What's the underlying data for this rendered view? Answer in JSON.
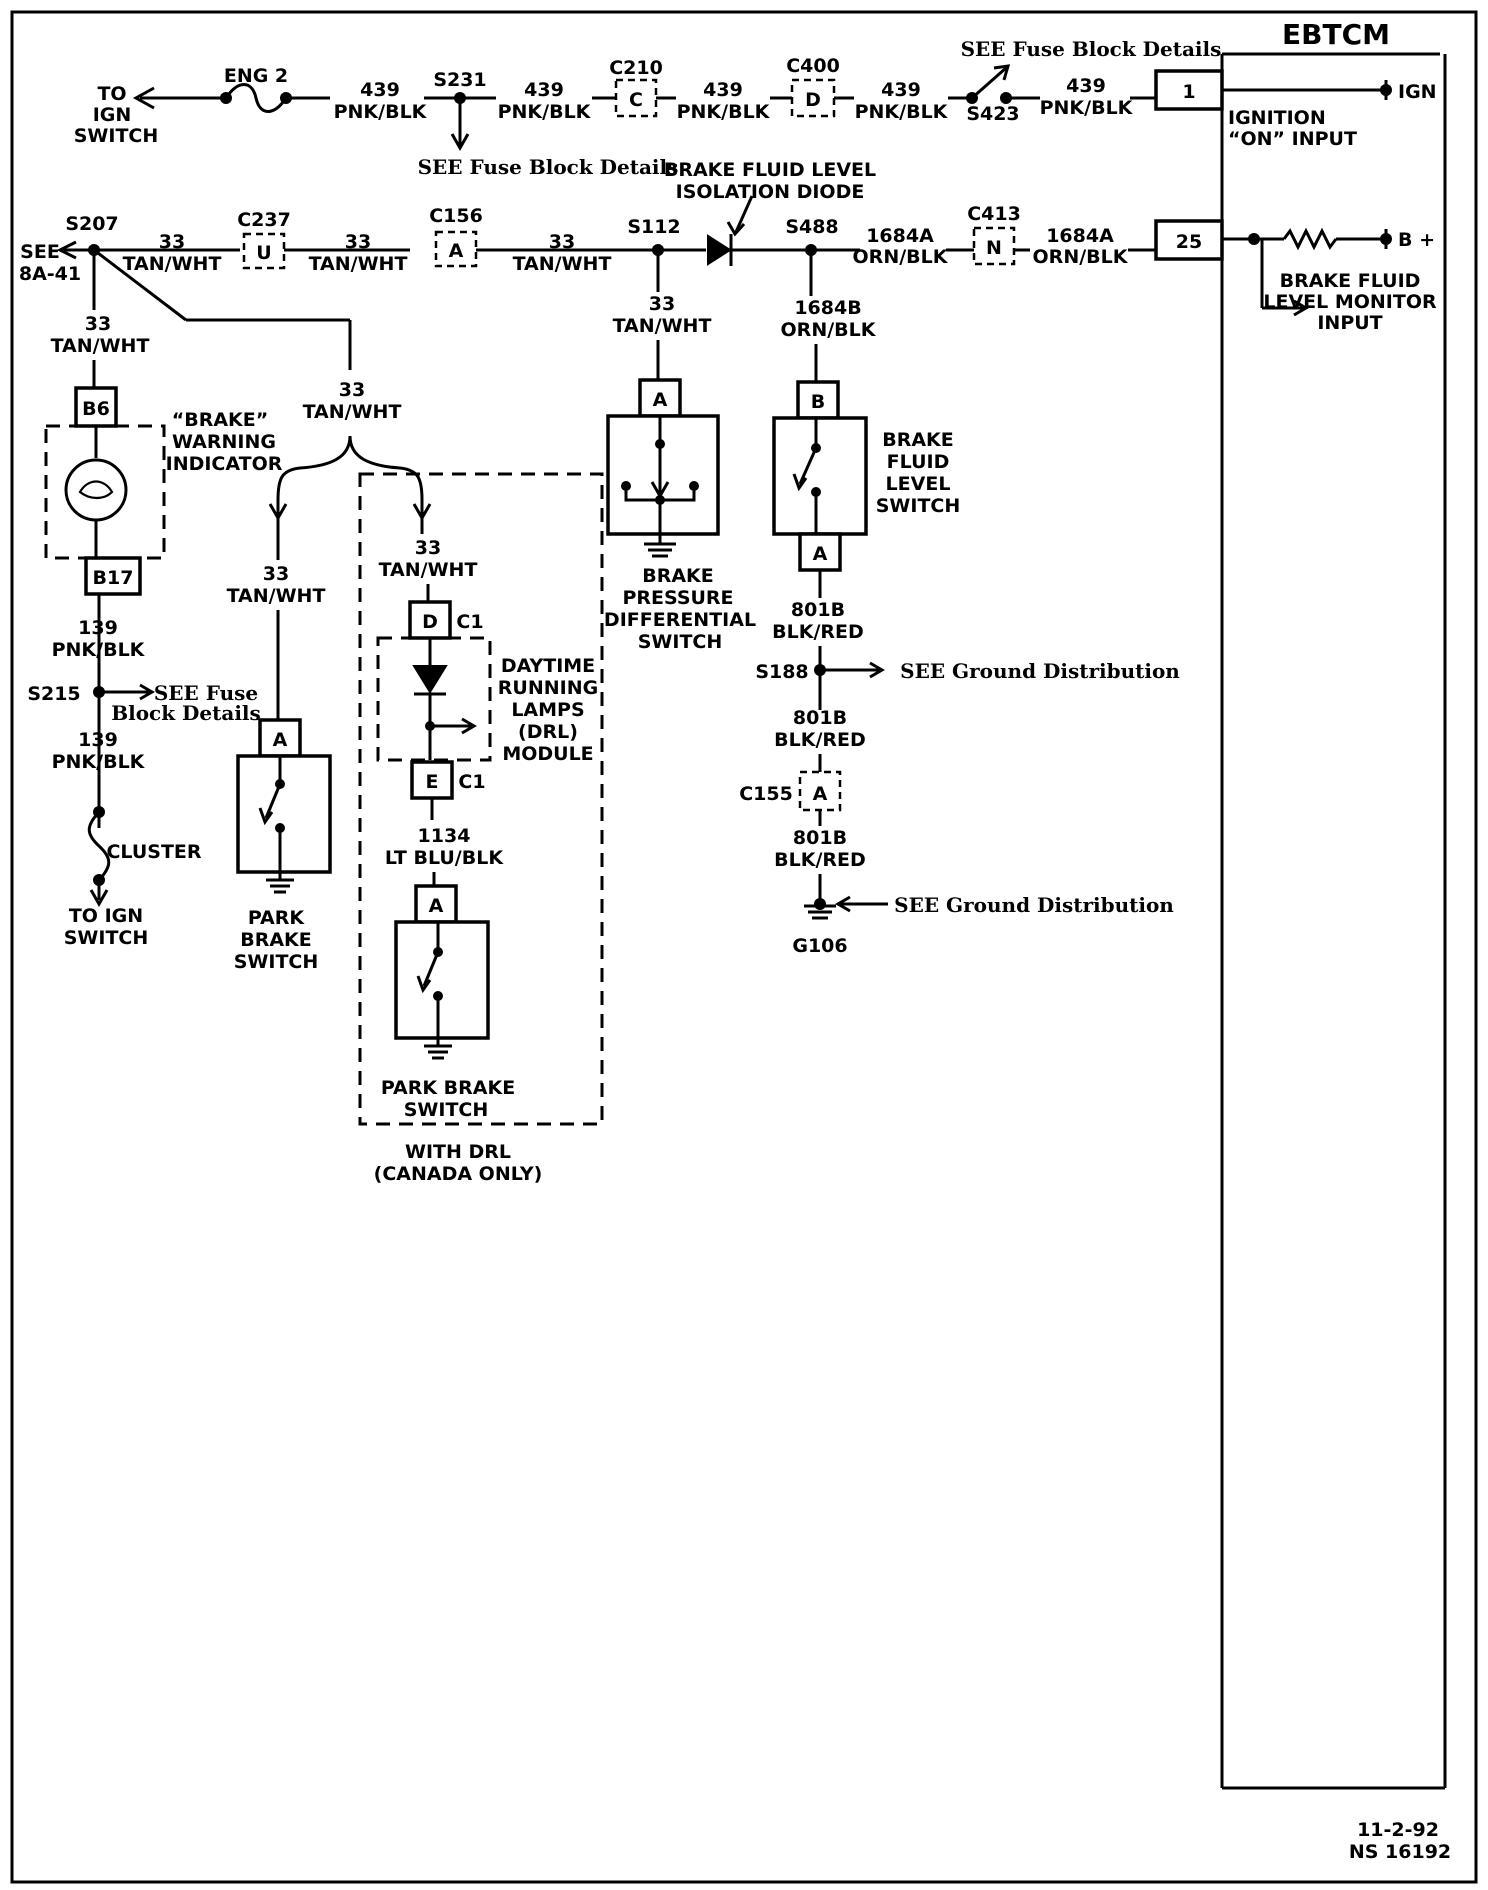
{
  "module": {
    "title": "EBTCM",
    "ign_pin_label": "IGN",
    "bplus_label": "B +",
    "input_ignition": [
      "IGNITION",
      "“ON” INPUT"
    ],
    "input_fluid": [
      "BRAKE FLUID",
      "LEVEL MONITOR",
      "INPUT"
    ]
  },
  "pins": {
    "p1": "1",
    "p25": "25"
  },
  "row1": {
    "to_ign": [
      "TO",
      "IGN",
      "SWITCH"
    ],
    "fuse": "ENG 2",
    "wire": [
      "439",
      "PNK/BLK"
    ],
    "s231": "S231",
    "s231_note": "SEE Fuse Block Details",
    "c210": "C210",
    "c210_pin": "C",
    "c400": "C400",
    "c400_pin": "D",
    "s423": "S423",
    "s423_note": "SEE Fuse Block Details"
  },
  "row2": {
    "s207": "S207",
    "see_8a41": [
      "SEE",
      "8A-41"
    ],
    "wire": [
      "33",
      "TAN/WHT"
    ],
    "c237": "C237",
    "c237_pin": "U",
    "c156": "C156",
    "c156_pin": "A",
    "s112": "S112",
    "diode": [
      "BRAKE FLUID LEVEL",
      "ISOLATION DIODE"
    ],
    "s488": "S488",
    "wire_a": [
      "1684A",
      "ORN/BLK"
    ],
    "c413": "C413",
    "c413_pin": "N"
  },
  "indicator": {
    "pin_top": "B6",
    "pin_bot": "B17",
    "name": [
      "“BRAKE”",
      "WARNING",
      "INDICATOR"
    ]
  },
  "left": {
    "wire139": [
      "139",
      "PNK/BLK"
    ],
    "s215": "S215",
    "s215_note": [
      "SEE Fuse",
      "Block Details"
    ],
    "cluster": "CLUSTER",
    "to_ign": [
      "TO IGN",
      "SWITCH"
    ]
  },
  "park1": {
    "pin": "A",
    "name": [
      "PARK",
      "BRAKE",
      "SWITCH"
    ]
  },
  "drl": {
    "pin_d": "D",
    "pin_e": "E",
    "conn": "C1",
    "name": [
      "DAYTIME",
      "RUNNING",
      "LAMPS",
      "(DRL)",
      "MODULE"
    ],
    "wire1134": [
      "1134",
      "LT BLU/BLK"
    ],
    "switch_pin": "A",
    "switch_name": [
      "PARK BRAKE",
      "SWITCH"
    ],
    "note": [
      "WITH DRL",
      "(CANADA ONLY)"
    ]
  },
  "pressure": {
    "pin": "A",
    "name": [
      "BRAKE",
      "PRESSURE",
      "DIFFERENTIAL",
      "SWITCH"
    ]
  },
  "fluid": {
    "wire1684b": [
      "1684B",
      "ORN/BLK"
    ],
    "pin_b": "B",
    "pin_a": "A",
    "name": [
      "BRAKE",
      "FLUID",
      "LEVEL",
      "SWITCH"
    ],
    "wire801": [
      "801B",
      "BLK/RED"
    ],
    "s188": "S188",
    "s188_note": "SEE Ground Distribution",
    "c155": "C155",
    "c155_pin": "A",
    "g106": "G106",
    "g106_note": "SEE Ground Distribution"
  },
  "footer": {
    "date": "11-2-92",
    "code": "NS 16192"
  }
}
